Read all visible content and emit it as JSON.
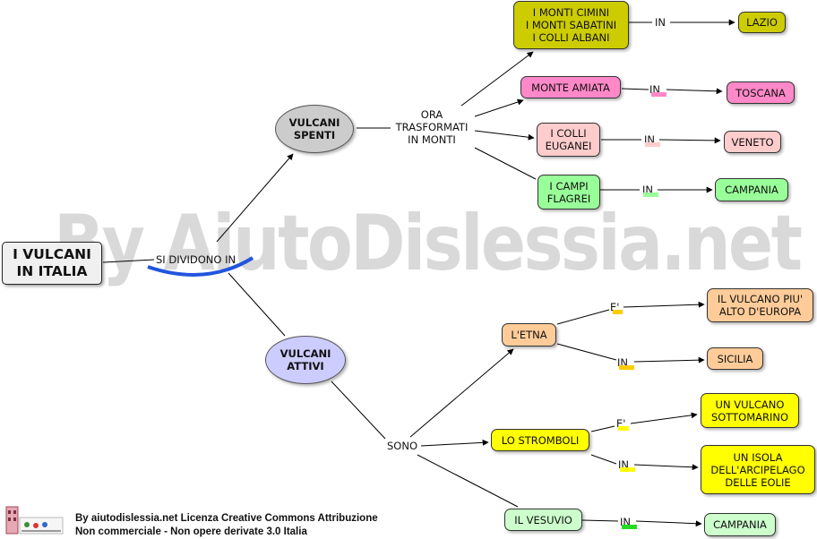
{
  "watermark": "By AiutoDislessia.net",
  "root": "I VULCANI\nIN ITALIA",
  "links_main": {
    "divide": "SI DIVIDONO IN",
    "ora": "ORA\nTRASFORMATI\nIN MONTI",
    "sono": "SONO",
    "in": "IN",
    "e": "E'"
  },
  "nodes": {
    "spenti": "VULCANI\nSPENTI",
    "attivi": "VULCANI\nATTIVI",
    "cimini": "I MONTI CIMINI\nI MONTI SABATINI\nI COLLI ALBANI",
    "amiata": "MONTE AMIATA",
    "euganei": "I COLLI\nEUGANEI",
    "flegrei": "I CAMPI\nFLAGREI",
    "lazio": "LAZIO",
    "toscana": "TOSCANA",
    "veneto": "VENETO",
    "campania1": "CAMPANIA",
    "etna": "L'ETNA",
    "stromboli": "LO STROMBOLI",
    "vesuvio": "IL VESUVIO",
    "piu_alto": "IL VULCANO PIU'\nALTO D'EUROPA",
    "sicilia": "SICILIA",
    "sottomarino": "UN VULCANO\nSOTTOMARINO",
    "eolie": "UN ISOLA\nDELL'ARCIPELAGO\nDELLE EOLIE",
    "campania2": "CAMPANIA"
  },
  "credit": {
    "line1": "By aiutodislessia.net Licenza Creative Commons Attribuzione",
    "line2": "Non commerciale - Non opere derivate 3.0 Italia"
  },
  "colors": {
    "olive": "#cccc00",
    "pink": "#ff88c8",
    "light_pink": "#ffcccc",
    "green": "#99ff99",
    "light_green": "#ccffcc",
    "peach": "#ffcc99",
    "yellow": "#ffff00",
    "gray": "#cccccc",
    "lavender": "#ccccff",
    "blue_arc": "#2255dd"
  },
  "icons": [
    "arrowhead-icon",
    "logo-icon"
  ]
}
